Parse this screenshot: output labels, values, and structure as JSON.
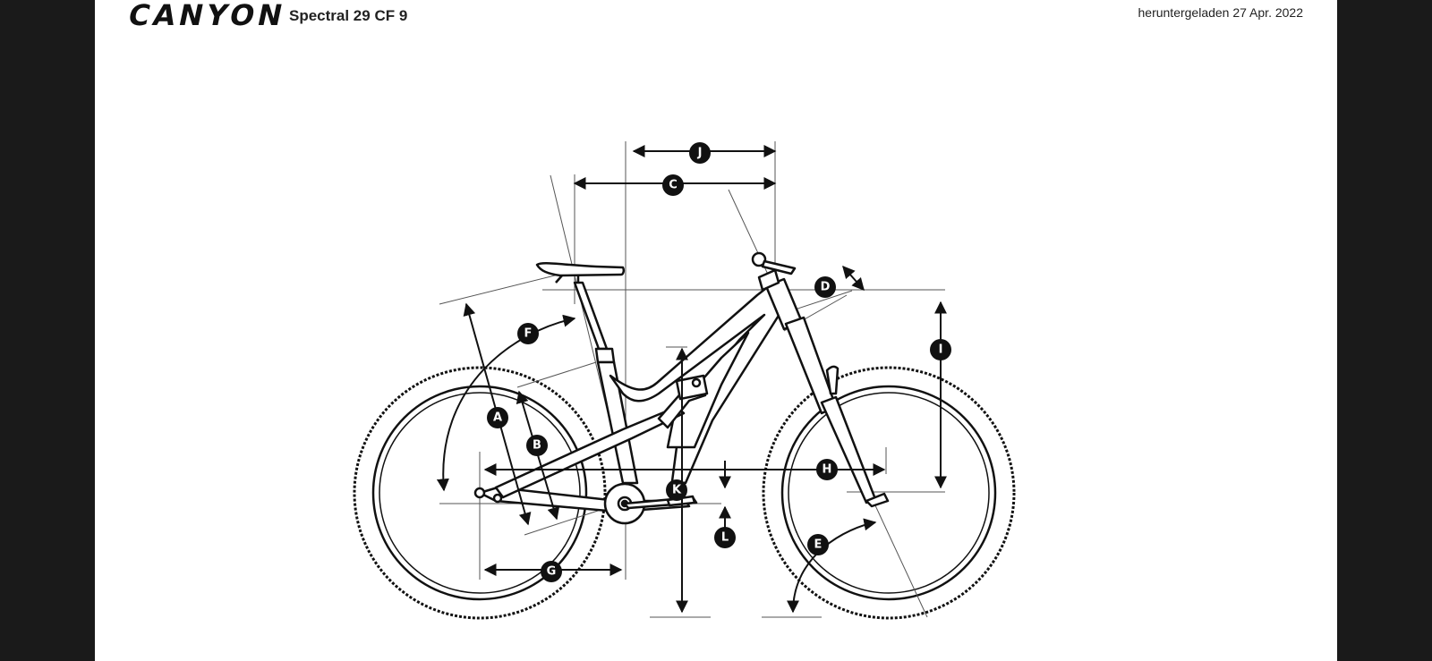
{
  "header": {
    "brand": "CANYON",
    "model": "Spectral 29 CF 9",
    "downloaded": "heruntergeladen 27 Apr. 2022"
  },
  "geometry_labels": {
    "A": "A",
    "B": "B",
    "C": "C",
    "D": "D",
    "E": "E",
    "F": "F",
    "G": "G",
    "H": "H",
    "I": "I",
    "J": "J",
    "K": "K",
    "L": "L"
  },
  "colors": {
    "background": "#1a1a1a",
    "page": "#ffffff",
    "ink": "#111111"
  }
}
